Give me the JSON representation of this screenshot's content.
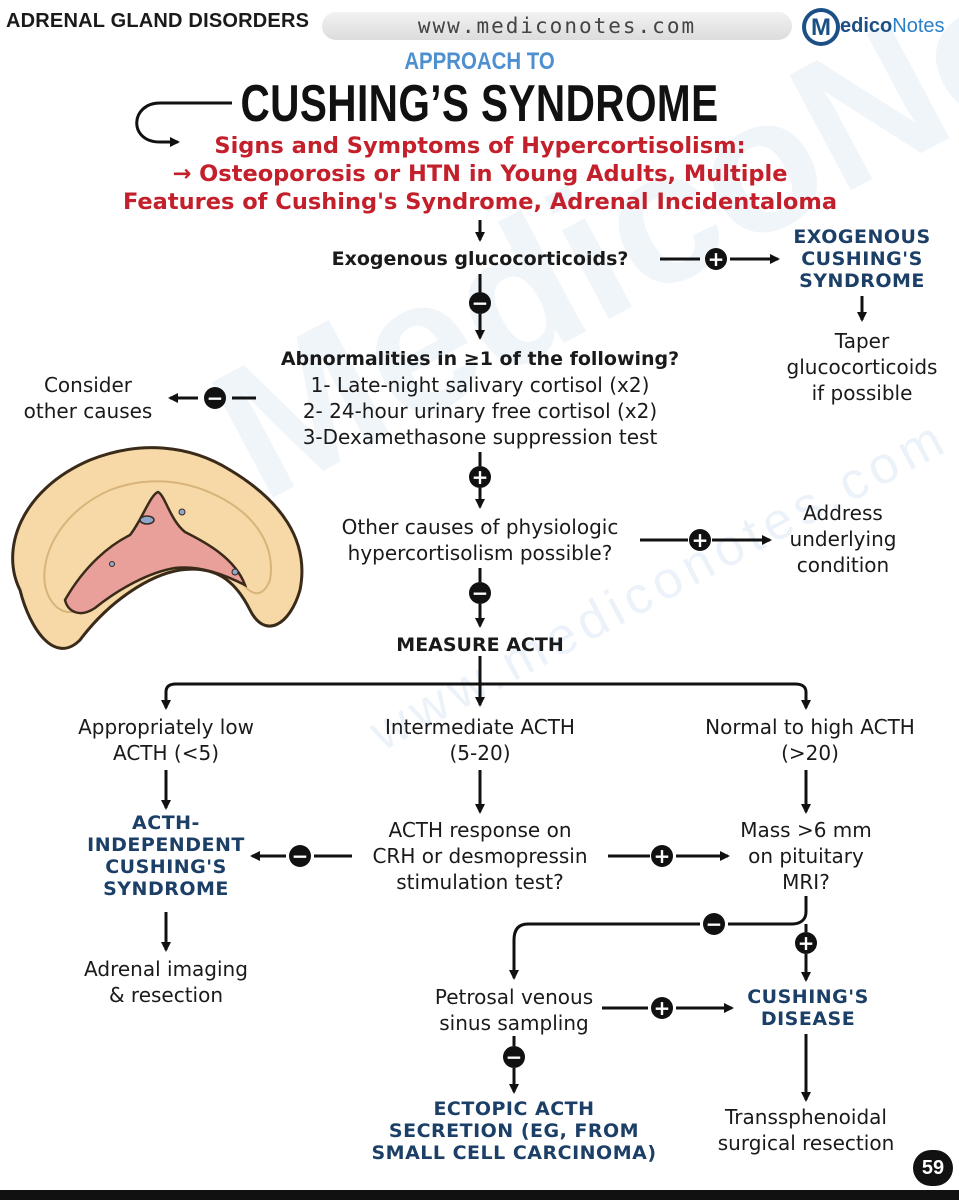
{
  "header": {
    "section": "ADRENAL GLAND DISORDERS",
    "url": "www.mediconotes.com",
    "brand_m": "M",
    "brand_rest": "edico",
    "brand_notes": "Notes"
  },
  "title": {
    "kicker": "APPROACH TO",
    "main": "CUSHING’S SYNDROME"
  },
  "intro": {
    "line1": "Signs and Symptoms of Hypercortisolism:",
    "line2": "→ Osteoporosis or HTN in Young Adults, Multiple",
    "line3": "Features of Cushing's Syndrome, Adrenal Incidentaloma"
  },
  "nodes": {
    "exogenous_q": "Exogenous glucocorticoids?",
    "exogenous_dx": [
      "EXOGENOUS",
      "CUSHING'S",
      "SYNDROME"
    ],
    "taper": [
      "Taper",
      "glucocorticoids",
      "if possible"
    ],
    "abn_q": "Abnormalities in ≥1 of the following?",
    "abn_items": [
      "1- Late-night salivary cortisol (x2)",
      "2- 24-hour urinary free cortisol (x2)",
      "3-Dexamethasone suppression test"
    ],
    "other_causes": [
      "Consider",
      "other causes"
    ],
    "physio_q": [
      "Other causes of physiologic",
      "hypercortisolism possible?"
    ],
    "address": [
      "Address",
      "underlying",
      "condition"
    ],
    "measure": "MEASURE ACTH",
    "low_acth": [
      "Appropriately low",
      "ACTH (<5)"
    ],
    "mid_acth": [
      "Intermediate ACTH",
      "(5-20)"
    ],
    "high_acth": [
      "Normal to high ACTH",
      "(>20)"
    ],
    "acth_indep": [
      "ACTH-",
      "INDEPENDENT",
      "CUSHING'S",
      "SYNDROME"
    ],
    "adrenal": [
      "Adrenal imaging",
      "& resection"
    ],
    "crh": [
      "ACTH response on",
      "CRH or desmopressin",
      "stimulation test?"
    ],
    "mass": [
      "Mass >6 mm",
      "on pituitary",
      "MRI?"
    ],
    "petrosal": [
      "Petrosal venous",
      "sinus sampling"
    ],
    "disease": [
      "CUSHING'S",
      "DISEASE"
    ],
    "ectopic": [
      "ECTOPIC ACTH",
      "SECRETION (EG, FROM",
      "SMALL CELL CARCINOMA)"
    ],
    "transsph": [
      "Transsphenoidal",
      "surgical resection"
    ]
  },
  "signs": {
    "plus": "+",
    "minus": "−"
  },
  "watermark": {
    "big": "MedicoNotes",
    "small": "www.mediconotes.com"
  },
  "page_number": "59",
  "colors": {
    "red": "#c3202b",
    "navy": "#1b3f66",
    "kicker": "#4e8fd0",
    "adrenal_cortex": "#f6d9a6",
    "adrenal_medulla": "#e9a09a"
  }
}
